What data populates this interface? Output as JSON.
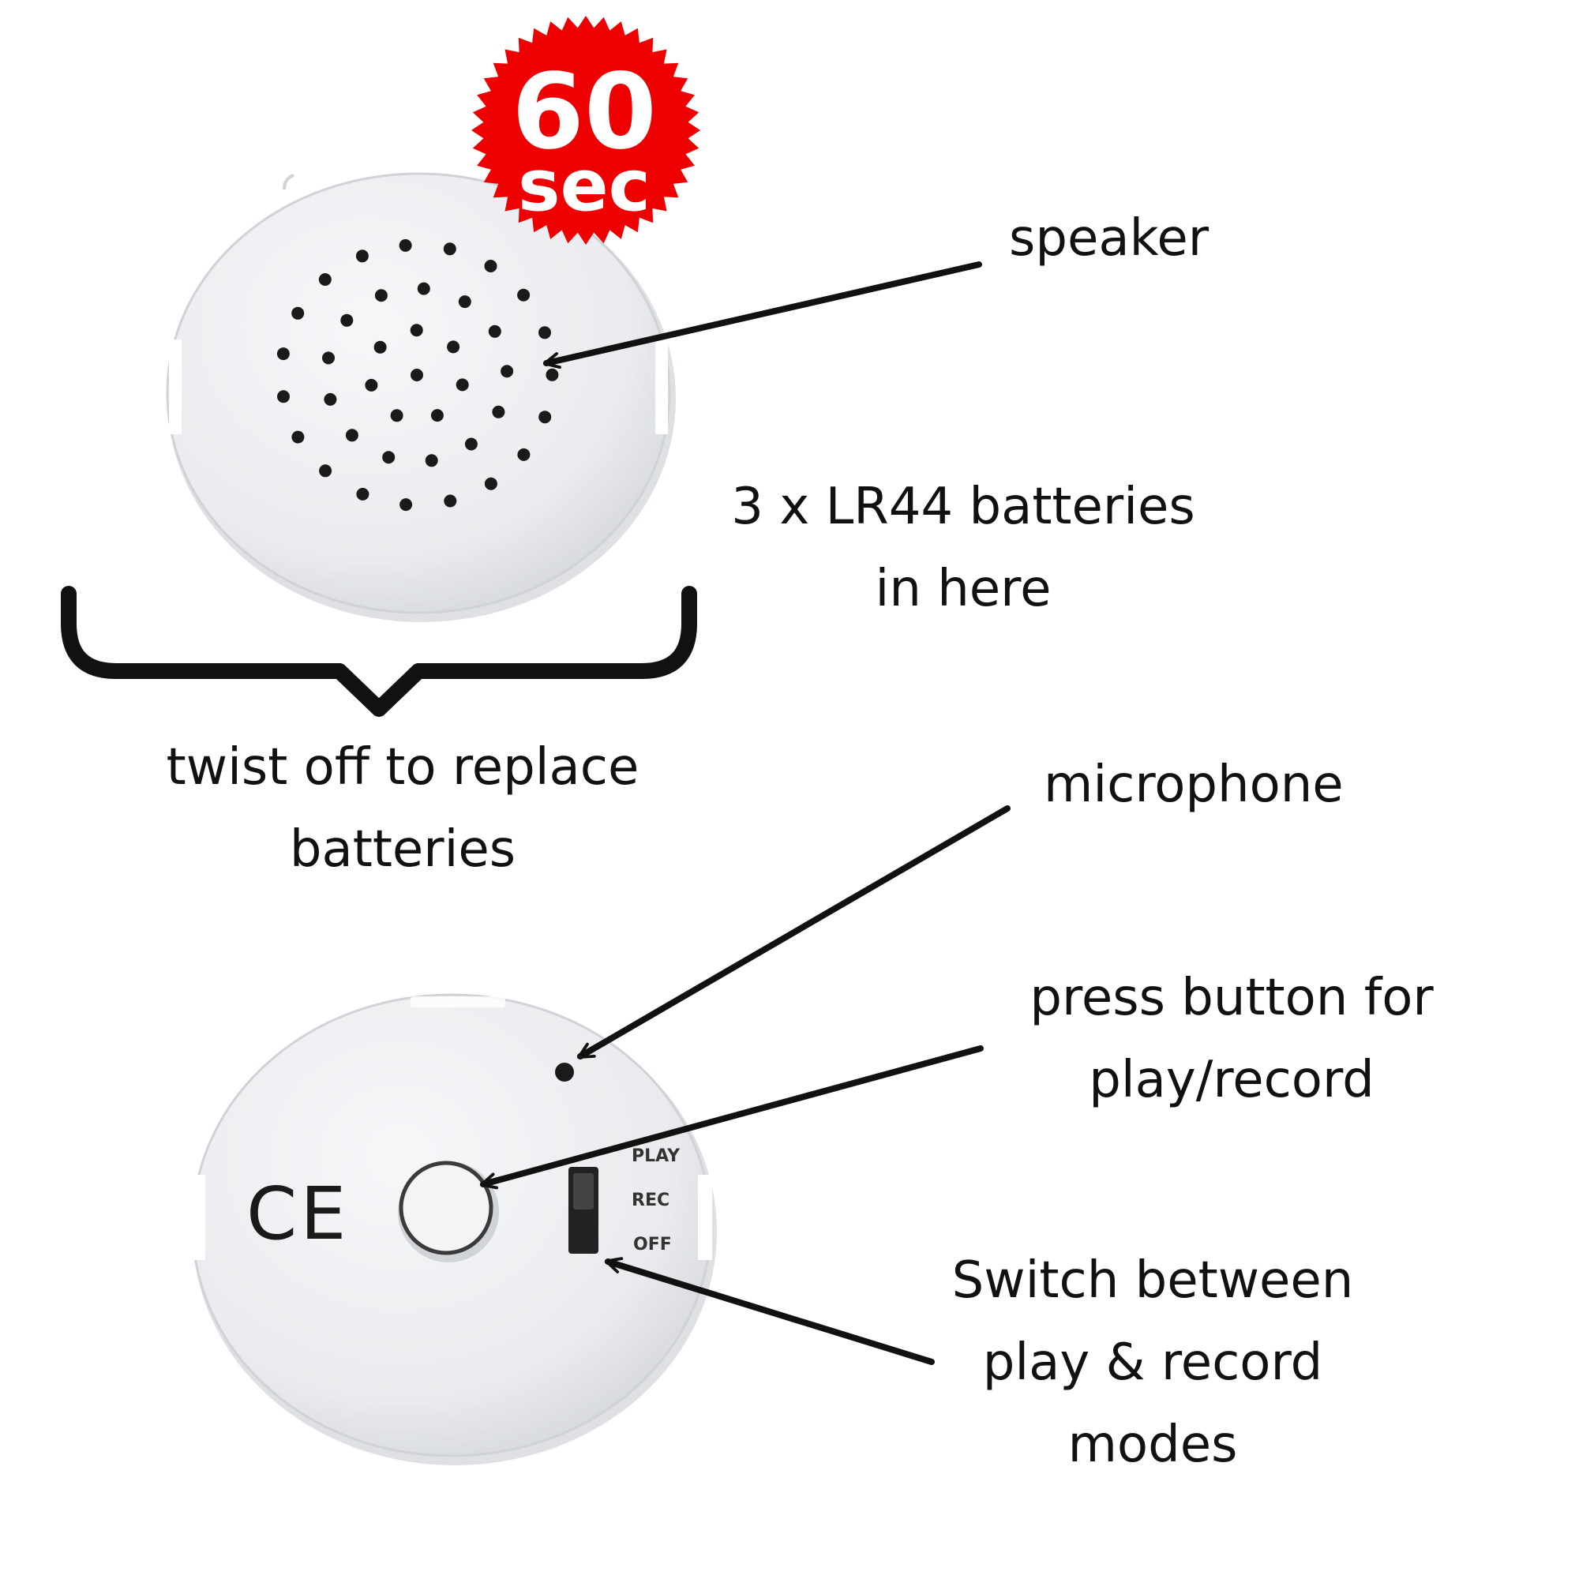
{
  "badge": {
    "number": "60",
    "unit": "sec",
    "color": "#ee0000"
  },
  "colors": {
    "device": "#e9ebee",
    "ink": "#111111",
    "hole": "#1a1a1a"
  },
  "labels": {
    "speaker": "speaker",
    "batteries": [
      "3 x LR44 batteries",
      "in here"
    ],
    "twist": [
      "twist off to replace",
      "batteries"
    ],
    "microphone": "microphone",
    "press": [
      "press button for",
      "play/record"
    ],
    "switch": [
      "Switch between",
      "play & record",
      "modes"
    ]
  },
  "device_back": {
    "ce_mark": "CE",
    "switch_positions": [
      "PLAY",
      "REC",
      "OFF"
    ]
  },
  "icons": [
    "speaker-grille",
    "microphone-hole",
    "push-button",
    "slide-switch",
    "ce-mark",
    "brace",
    "badge-starburst"
  ]
}
